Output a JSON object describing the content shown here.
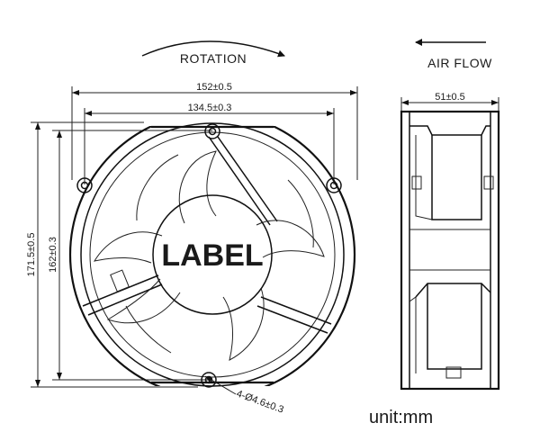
{
  "labels": {
    "rotation": "ROTATION",
    "air_flow": "AIR FLOW",
    "center_label": "LABEL",
    "unit": "unit:mm"
  },
  "dimensions": {
    "overall_width": "152±0.5",
    "hole_spacing_x": "134.5±0.3",
    "overall_height": "171.5±0.5",
    "hole_spacing_y": "162±0.3",
    "depth": "51±0.5",
    "mounting_holes": "4-Ø4.6±0.3"
  }
}
